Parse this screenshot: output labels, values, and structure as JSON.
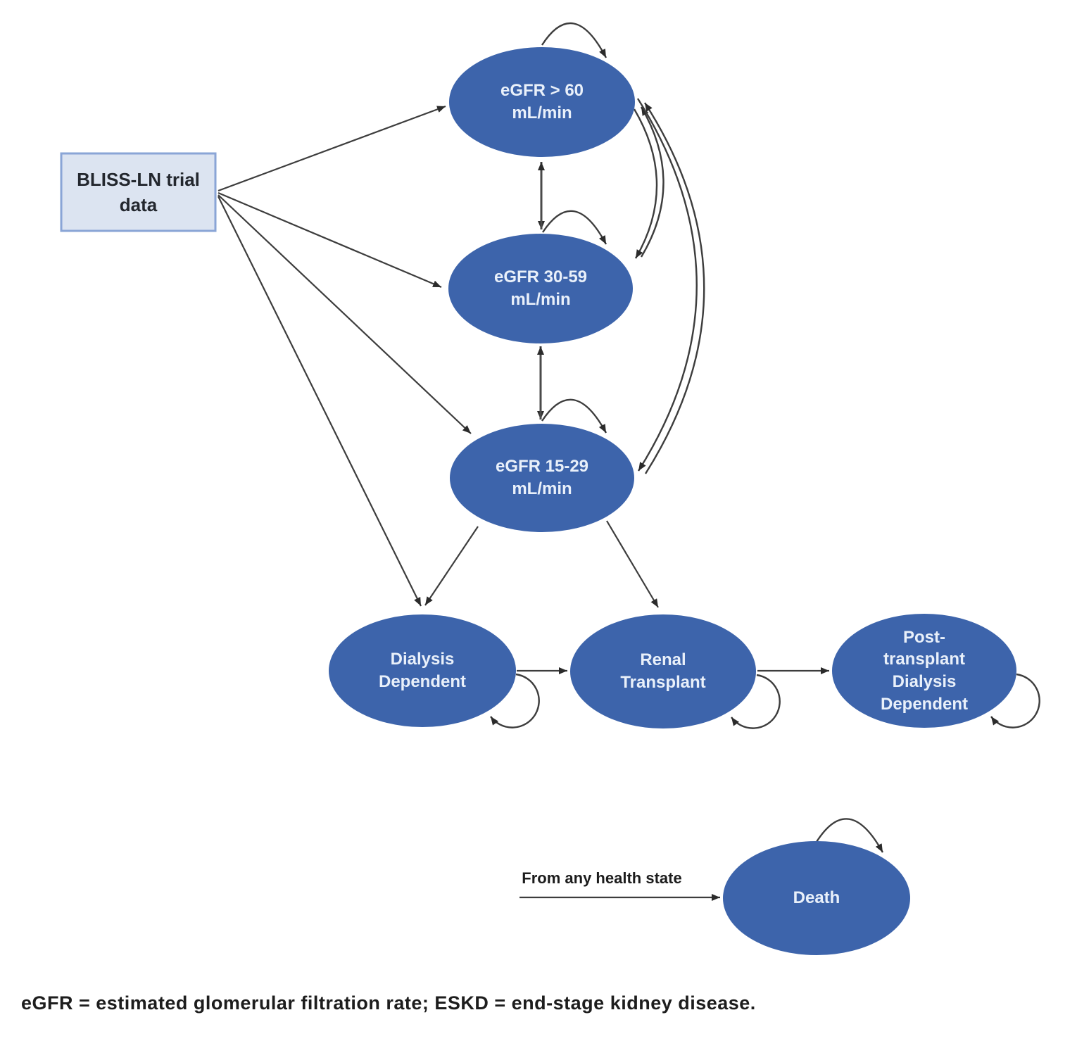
{
  "diagram": {
    "title_hidden": "",
    "source_box": {
      "label": "BLISS-LN trial\ndata"
    },
    "nodes": {
      "egfr_gt60": {
        "label": "eGFR > 60\nmL/min"
      },
      "egfr_30_59": {
        "label": "eGFR 30-59\nmL/min"
      },
      "egfr_15_29": {
        "label": "eGFR 15-29\nmL/min"
      },
      "dialysis": {
        "label": "Dialysis\nDependent"
      },
      "renal_transplant": {
        "label": "Renal\nTransplant"
      },
      "post_transplant": {
        "label": "Post-\ntransplant\nDialysis\nDependent"
      },
      "death": {
        "label": "Death"
      }
    },
    "annotations": {
      "from_any_health_state": "From any health state"
    },
    "footnote": "eGFR = estimated glomerular filtration rate; ESKD = end-stage kidney disease.",
    "colors": {
      "node_fill": "#3d64ab",
      "node_text": "#e9f0fa",
      "box_fill": "#dce4f1",
      "box_border": "#8aa5d6",
      "arrow": "#3d3d3d"
    }
  }
}
